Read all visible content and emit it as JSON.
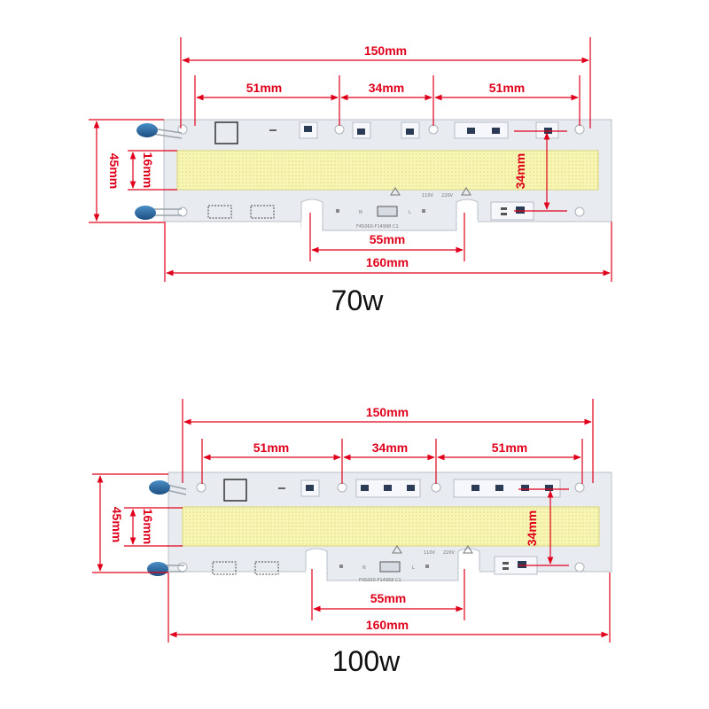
{
  "colors": {
    "dimension": "#e0001b",
    "board": "#e8ecf0",
    "led": "#f5f3a0",
    "capacitor": "#2a6fa8",
    "title": "#111111"
  },
  "panels": [
    {
      "title": "70w",
      "dims": {
        "total_inner": "150mm",
        "left_section": "51mm",
        "middle_section": "34mm",
        "right_section": "51mm",
        "overall_height": "45mm",
        "led_height": "16mm",
        "hole_spacing": "34mm",
        "notch_spacing": "55mm",
        "total_length": "160mm"
      },
      "board_labels": {
        "part_number": "F45060-F14998 C1",
        "v110": "110V",
        "v220": "220V",
        "n": "N",
        "l": "L"
      }
    },
    {
      "title": "100w",
      "dims": {
        "total_inner": "150mm",
        "left_section": "51mm",
        "middle_section": "34mm",
        "right_section": "51mm",
        "overall_height": "45mm",
        "led_height": "16mm",
        "hole_spacing": "34mm",
        "notch_spacing": "55mm",
        "total_length": "160mm"
      },
      "board_labels": {
        "part_number": "F45000-F14958 C1",
        "v110": "110V",
        "v220": "220V",
        "n": "N",
        "l": "L"
      }
    }
  ]
}
